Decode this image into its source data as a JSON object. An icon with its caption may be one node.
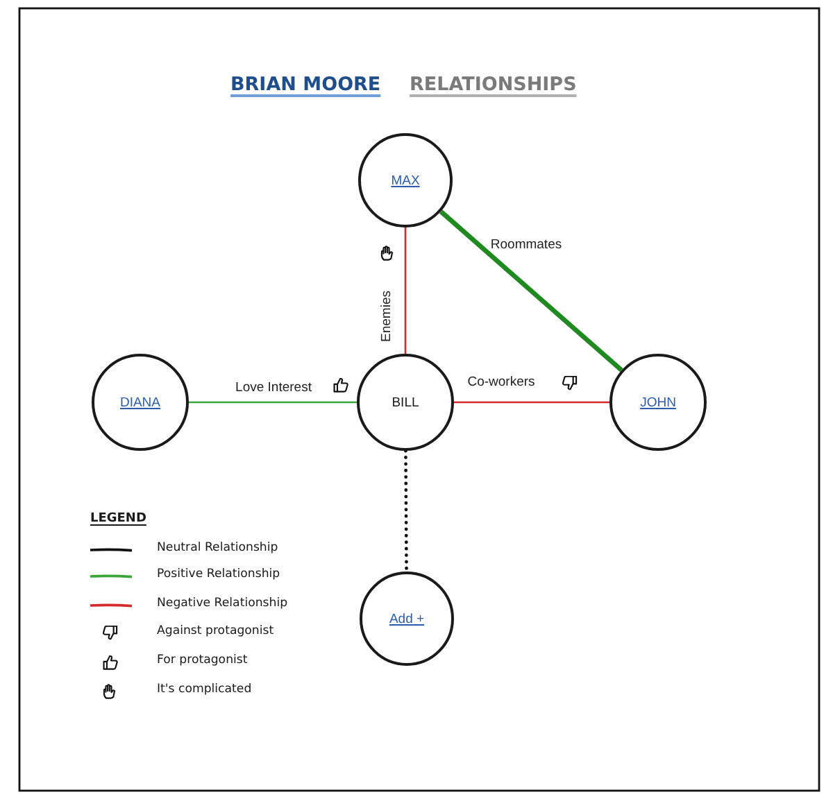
{
  "diagram": {
    "title": "BRIAN MOORE",
    "nodes": [
      {
        "text": [
          "MAX"
        ]
      },
      {
        "text": [
          "DIANA"
        ]
      },
      {
        "text": [
          "BILL"
        ]
      },
      {
        "text": [
          "JOHN"
        ]
      },
      {
        "text": [
          "Add +"
        ]
      }
    ],
    "edges": [
      {
        "from": 0,
        "to": 2,
        "arrow": "none",
        "label": "Enemies",
        "color": "#d42a2a"
      },
      {
        "from": 0,
        "to": 3,
        "arrow": "none",
        "label": "Roommates",
        "style": "thick",
        "color": "#1f8a1f"
      },
      {
        "from": 1,
        "to": 2,
        "arrow": "none",
        "label": "Love Interest",
        "color": "#3aa63a"
      },
      {
        "from": 2,
        "to": 3,
        "arrow": "none",
        "label": "Co-workers",
        "color": "#d42a2a"
      },
      {
        "from": 2,
        "to": 4,
        "arrow": "none",
        "style": "dashed",
        "color": "#111111"
      }
    ],
    "labels": [
      "RELATIONSHIPS",
      "LEGEND"
    ],
    "legend": [
      {
        "text": "Neutral Relationship"
      },
      {
        "text": "Positive Relationship"
      },
      {
        "text": "Negative Relationship"
      },
      {
        "text": "Against protagonist"
      },
      {
        "text": "For protagonist"
      },
      {
        "text": "It's complicated"
      }
    ]
  }
}
